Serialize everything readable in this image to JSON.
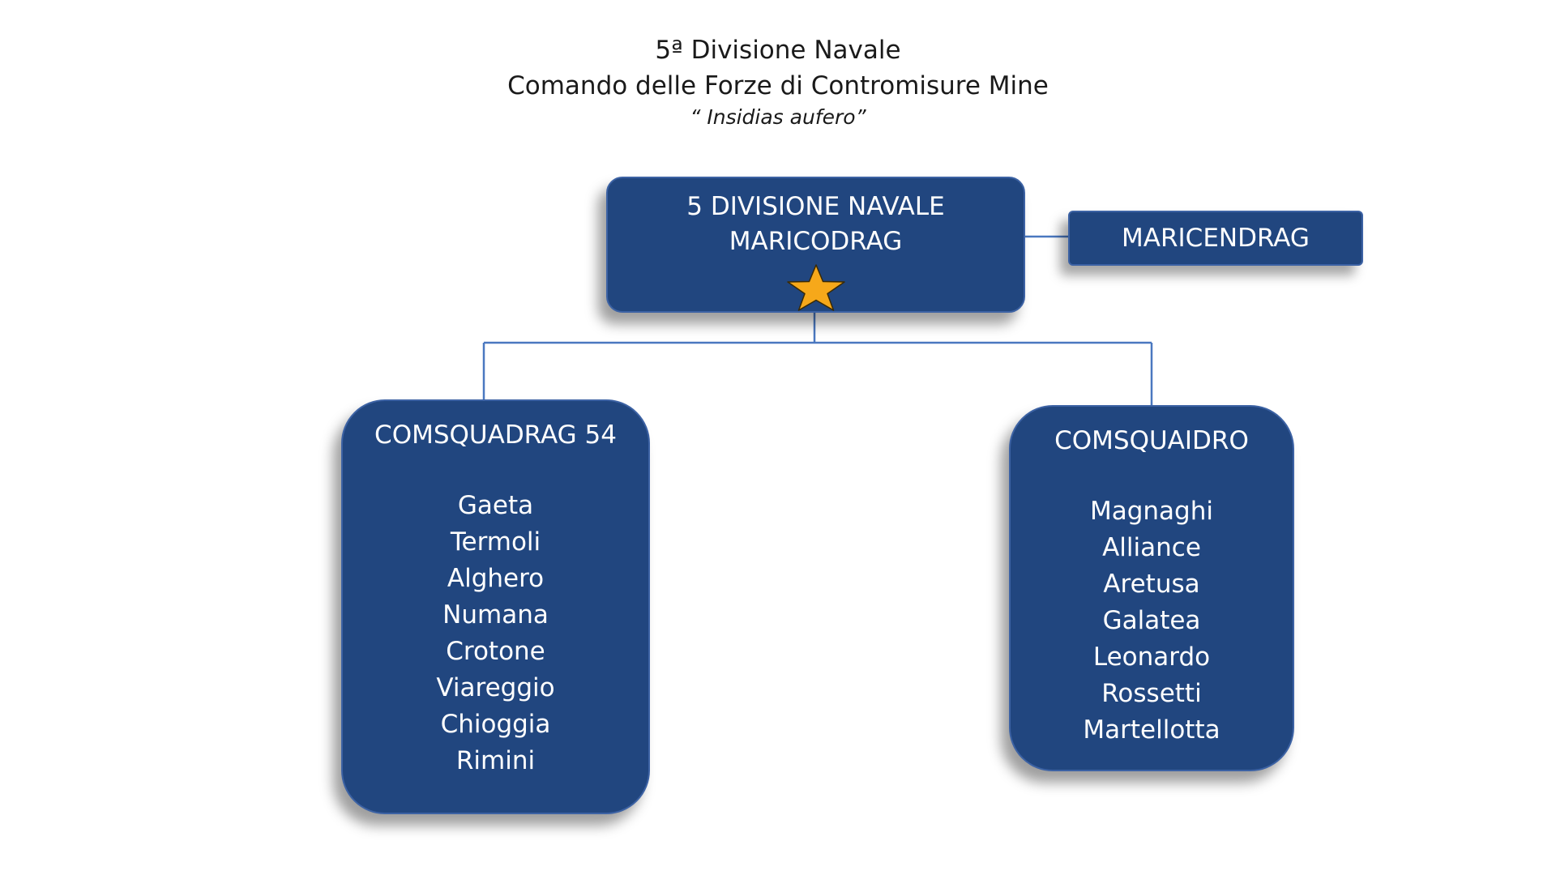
{
  "header": {
    "line1": "5ª Divisione Navale",
    "line2": "Comando delle Forze di Contromisure Mine",
    "motto": "“ Insidias aufero”"
  },
  "top_box": {
    "line1": "5 DIVISIONE NAVALE",
    "line2": "MARICODRAG",
    "icon": "star-icon",
    "star_color": "#f6a81a"
  },
  "side_box": {
    "label": "MARICENDRAG"
  },
  "left_box": {
    "title": "COMSQUADRAG 54",
    "items": [
      "Gaeta",
      "Termoli",
      "Alghero",
      "Numana",
      "Crotone",
      "Viareggio",
      "Chioggia",
      "Rimini"
    ]
  },
  "right_box": {
    "title": "COMSQUAIDRO",
    "items": [
      "Magnaghi",
      "Alliance",
      "Aretusa",
      "Galatea",
      "Leonardo",
      "Rossetti",
      "Martellotta"
    ]
  },
  "colors": {
    "box_fill": "#21467f",
    "box_border": "#3c62a4",
    "connector": "#4a78c0",
    "text": "#ffffff"
  }
}
